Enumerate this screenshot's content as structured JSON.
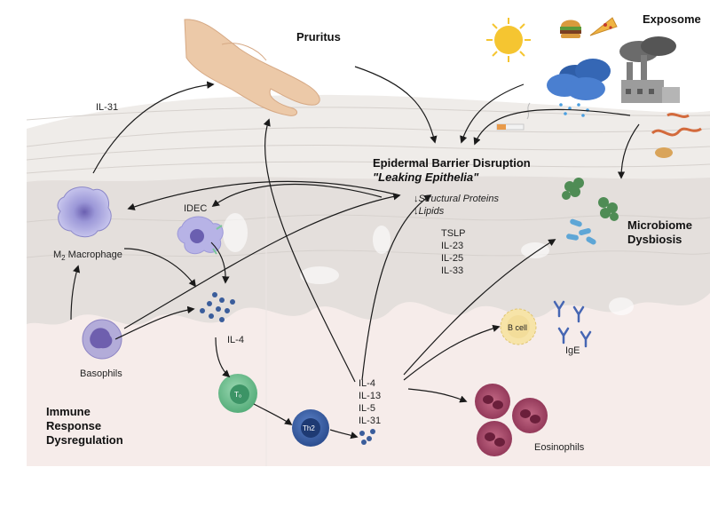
{
  "labels": {
    "pruritus": "Pruritus",
    "exposome": "Exposome",
    "barrier_title": "Epidermal Barrier Disruption",
    "barrier_subtitle": "\"Leaking Epithelia\"",
    "structural_proteins": "↓Structural Proteins",
    "lipids": "↓Lipids",
    "il31_left": "IL-31",
    "idec": "IDEC",
    "macrophage_prefix": "M",
    "macrophage_sub": "2",
    "macrophage_suffix": " Macrophage",
    "il4_mid": "IL-4",
    "basophils": "Basophils",
    "microbiome_line1": "Microbiome",
    "microbiome_line2": "Dysbiosis",
    "b_cell": "B cell",
    "ige": "IgE",
    "eosinophils": "Eosinophils",
    "th0": "T₀",
    "th2": "Th2",
    "immune_line1": "Immune",
    "immune_line2": "Response",
    "immune_line3": "Dysregulation"
  },
  "cytokines_epidermal": [
    "TSLP",
    "IL-23",
    "IL-25",
    "IL-33"
  ],
  "cytokines_th2": [
    "IL-4",
    "IL-13",
    "IL-5",
    "IL-31"
  ],
  "colors": {
    "skin_surface": "#e9e6e3",
    "epidermis": "#e3dedb",
    "dermis": "#f5e9e8",
    "arrow": "#1a1a1a",
    "macrophage": "#a7a5dc",
    "basophil": "#8f85c4",
    "th0": "#7bc79a",
    "th2": "#3d64a8",
    "granule": "#3a5d9b",
    "eosinophil": "#b0506e",
    "b_cell": "#f3dd9a",
    "bacteria_green": "#4f8c55",
    "bacteria_blue": "#5ea6d6",
    "sun": "#f5c531",
    "cloud": "#4a7fd0"
  }
}
